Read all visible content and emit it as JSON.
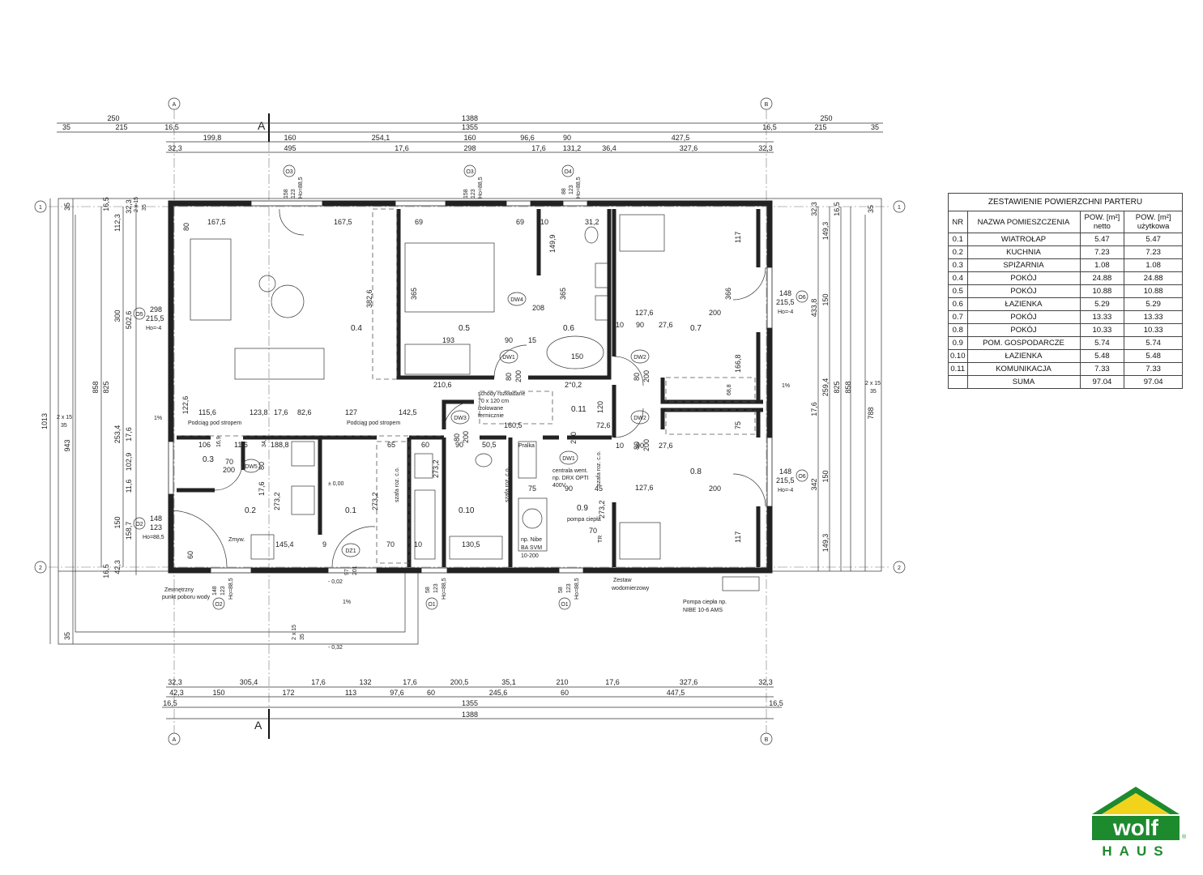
{
  "table": {
    "title": "ZESTAWIENIE POWIERZCHNI PARTERU",
    "headers": [
      "NR",
      "NAZWA POMIESZCZENIA",
      "POW. [m²] netto",
      "POW. [m²] użytkowa"
    ],
    "rows": [
      [
        "0.1",
        "WIATROŁAP",
        "5.47",
        "5.47"
      ],
      [
        "0.2",
        "KUCHNIA",
        "7.23",
        "7.23"
      ],
      [
        "0.3",
        "SPIŻARNIA",
        "1.08",
        "1.08"
      ],
      [
        "0.4",
        "POKÓJ",
        "24.88",
        "24.88"
      ],
      [
        "0.5",
        "POKÓJ",
        "10.88",
        "10.88"
      ],
      [
        "0.6",
        "ŁAZIENKA",
        "5.29",
        "5.29"
      ],
      [
        "0.7",
        "POKÓJ",
        "13.33",
        "13.33"
      ],
      [
        "0.8",
        "POKÓJ",
        "10.33",
        "10.33"
      ],
      [
        "0.9",
        "POM. GOSPODARCZE",
        "5.74",
        "5.74"
      ],
      [
        "0.10",
        "ŁAZIENKA",
        "5.48",
        "5.48"
      ],
      [
        "0.11",
        "KOMUNIKACJA",
        "7.33",
        "7.33"
      ]
    ],
    "sum": [
      "SUMA",
      "97.04",
      "97.04"
    ]
  },
  "logo": {
    "brand": "wolf",
    "sub": "HAUS",
    "mark": "®",
    "green": "#1e8a2e",
    "yellow": "#f2d31b"
  },
  "plan": {
    "axes": {
      "a": "A",
      "b": "B",
      "one": "1",
      "two": "2",
      "section": "A"
    },
    "rooms": [
      "0.1",
      "0.2",
      "0.3",
      "0.4",
      "0.5",
      "0.6",
      "0.7",
      "0.8",
      "0.9",
      "0.10",
      "0.11"
    ],
    "top_dims": {
      "row1": [
        "250",
        "1388",
        "250"
      ],
      "row2": [
        "35",
        "215",
        "16,5",
        "1355",
        "16,5",
        "215",
        "35"
      ],
      "row3": [
        "199,8",
        "160",
        "254,1",
        "160",
        "96,6",
        "90",
        "427,5"
      ],
      "row4": [
        "32,3",
        "495",
        "17,6",
        "298",
        "17,6",
        "131,2",
        "36,4",
        "327,6",
        "32,3"
      ]
    },
    "bottom_dims": {
      "row1": [
        "32,3",
        "305,4",
        "17,6",
        "132",
        "17,6",
        "200,5",
        "35,1",
        "210",
        "17,6",
        "327,6",
        "32,3"
      ],
      "row2": [
        "42,3",
        "150",
        "172",
        "113",
        "97,6",
        "60",
        "245,6",
        "60",
        "447,5"
      ],
      "row3": [
        "16,5",
        "1355",
        "16,5"
      ],
      "row4": [
        "1388"
      ]
    },
    "left_dims": [
      "1013",
      "943",
      "858",
      "825",
      "300",
      "502,6",
      "253,4",
      "17,6",
      "102,9",
      "11,6",
      "150",
      "158,7",
      "16,5",
      "42,3",
      "35",
      "122,6",
      "112,3",
      "32,3",
      "16,5",
      "35",
      "2 x 15",
      "35"
    ],
    "right_dims": [
      "788",
      "858",
      "825",
      "259,4",
      "17,6",
      "433,8",
      "342",
      "149,3",
      "149,3",
      "150",
      "150",
      "32,3",
      "16,5",
      "35",
      "2 x 15",
      "35"
    ],
    "interior": {
      "d167a": "167,5",
      "d167b": "167,5",
      "d80": "80",
      "d69a": "69",
      "d69b": "69",
      "d10a": "10",
      "d31": "31,2",
      "d382": "382,6",
      "d365a": "365",
      "d365b": "365",
      "d193": "193",
      "d90a": "90",
      "d15": "15",
      "d149": "149,9",
      "d208": "208",
      "d150": "150",
      "d210": "210,6",
      "d202": "2°0,2",
      "d127a": "127,6",
      "d200a": "200",
      "d10b": "10",
      "d90b": "90",
      "d27a": "27,6",
      "d117a": "117",
      "d366": "366",
      "d166": "166,8",
      "d688a": "68,8",
      "d75": "75",
      "d115": "115,6",
      "d123": "123,8",
      "d176": "17,6",
      "d826": "82,6",
      "d127": "127",
      "d142": "142,5",
      "d106": "106",
      "d169": "16,9",
      "d116": "11,6",
      "d145": "34,5",
      "d188": "188,8",
      "d70": "70",
      "d200b": "200",
      "d80b": "80",
      "d176b": "17,6",
      "d273a": "273,2",
      "d65": "65",
      "d60": "60",
      "d90c": "90",
      "d505": "50,5",
      "d273b": "273,2",
      "d273c": "273,2",
      "d1605": "160,5",
      "d120": "120",
      "d726": "72,6",
      "d200c": "200",
      "d273d": "273,2",
      "d75b": "75",
      "d90d": "90",
      "d45": "45",
      "d70b": "70",
      "d127b": "127,6",
      "d200d": "200",
      "d10c": "10",
      "d90e": "90",
      "d27b": "27,6",
      "d117b": "117",
      "d1454": "145,4",
      "d9": "9",
      "d70c": "70",
      "d10d": "10",
      "d1305": "130,5",
      "d148a": "148",
      "d215a": "215,5",
      "d298": "298",
      "d215b": "215,5",
      "d148b": "148",
      "d215c": "215,5",
      "d148c": "148",
      "d123b": "123",
      "d60b": "60",
      "d80c": "80",
      "d200e": "200",
      "d80d": "80",
      "d200f": "200",
      "d80e": "80",
      "d200g": "200",
      "d80f": "80",
      "d200h": "200"
    },
    "labels": {
      "podciag1": "Podciąg pod stropem",
      "podciag2": "Podciąg pod stropem",
      "schody1": "schody rozkładane",
      "schody2": "70 x 120 cm",
      "schody3": "izolowane",
      "schody4": "termicznie",
      "centrala1": "centrala went.",
      "centrala2": "np. DRX OPTI",
      "centrala3": "400V",
      "pompa": "pompa ciepła",
      "nibe1": "np. Nibe",
      "nibe2": "BA SVM",
      "nibe3": "10-200",
      "zestaw1": "Zestaw",
      "zestaw2": "wodomierzowy",
      "pompa_zew1": "Pompa ciepła np.",
      "pompa_zew2": "NIBE 10-6 AMS",
      "zewn1": "Zewnętrzny",
      "zewn2": "punkt poboru wody",
      "zmyw": "Zmyw.",
      "szafa1": "szafa roz. c.o.",
      "szafa2": "szafa roz. c.o.",
      "szafa3": "szafa roz. c.o.",
      "pralka": "Pralka",
      "tr": "TR",
      "pc1": "1%",
      "pc2": "1%",
      "pc3": "1%",
      "lvl0": "± 0,00",
      "lvl1": "- 0,02",
      "lvl2": "- 0,32",
      "twobyfifteen1": "2 x 15",
      "twobyfifteen2": "35",
      "twobyfifteen3": "2 x 15",
      "twobyfifteen4": "35"
    },
    "tags": {
      "o3a": "O3",
      "o3b": "O3",
      "o4": "O4",
      "o5": "O5",
      "o2": "O2",
      "o2b": "O2",
      "o1a": "O1",
      "o1b": "O1",
      "o6a": "O6",
      "o6b": "O6",
      "dw1a": "DW1",
      "dw1b": "DW1",
      "dw2a": "DW2",
      "dw2b": "DW2",
      "dw3": "DW3",
      "dw4": "DW4",
      "dw5": "DW5",
      "dz1": "DZ1"
    },
    "tag_notes": {
      "o3a": [
        "158",
        "123",
        "Ho=88,5"
      ],
      "o3b": [
        "158",
        "123",
        "Ho=88,5"
      ],
      "o4": [
        "88",
        "123",
        "Ho=88,5"
      ],
      "o5": [
        "298",
        "215,5",
        "Ho=-4"
      ],
      "o2": [
        "148",
        "123",
        "Ho=88,5"
      ],
      "o2b": [
        "148",
        "123",
        "Ho=88,5"
      ],
      "o1a": [
        "58",
        "123",
        "Ho=88,5"
      ],
      "o1b": [
        "58",
        "123",
        "Ho=88,5"
      ],
      "o6a": [
        "148",
        "215,5",
        "Ho=-4"
      ],
      "o6b": [
        "148",
        "215,5",
        "Ho=-4"
      ],
      "dz1": [
        "97",
        "201"
      ]
    }
  }
}
